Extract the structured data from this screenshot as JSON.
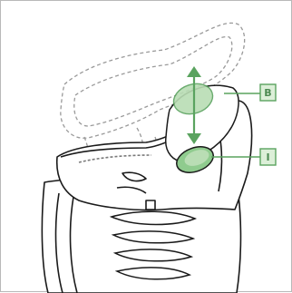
{
  "callouts": [
    {
      "id": "B",
      "label": "B"
    },
    {
      "id": "I",
      "label": "I"
    }
  ],
  "colors": {
    "outline": "#1a1a1a",
    "ghost_outline": "#9a9a9a",
    "accent_green": "#5aa35f",
    "accent_fill": "#b9ddb4",
    "accent_fill_light": "#dcefd8",
    "ring_fill": "#efefef",
    "frame": "#b9b9b9"
  },
  "icons": [
    "up-down-double-arrow-icon"
  ]
}
